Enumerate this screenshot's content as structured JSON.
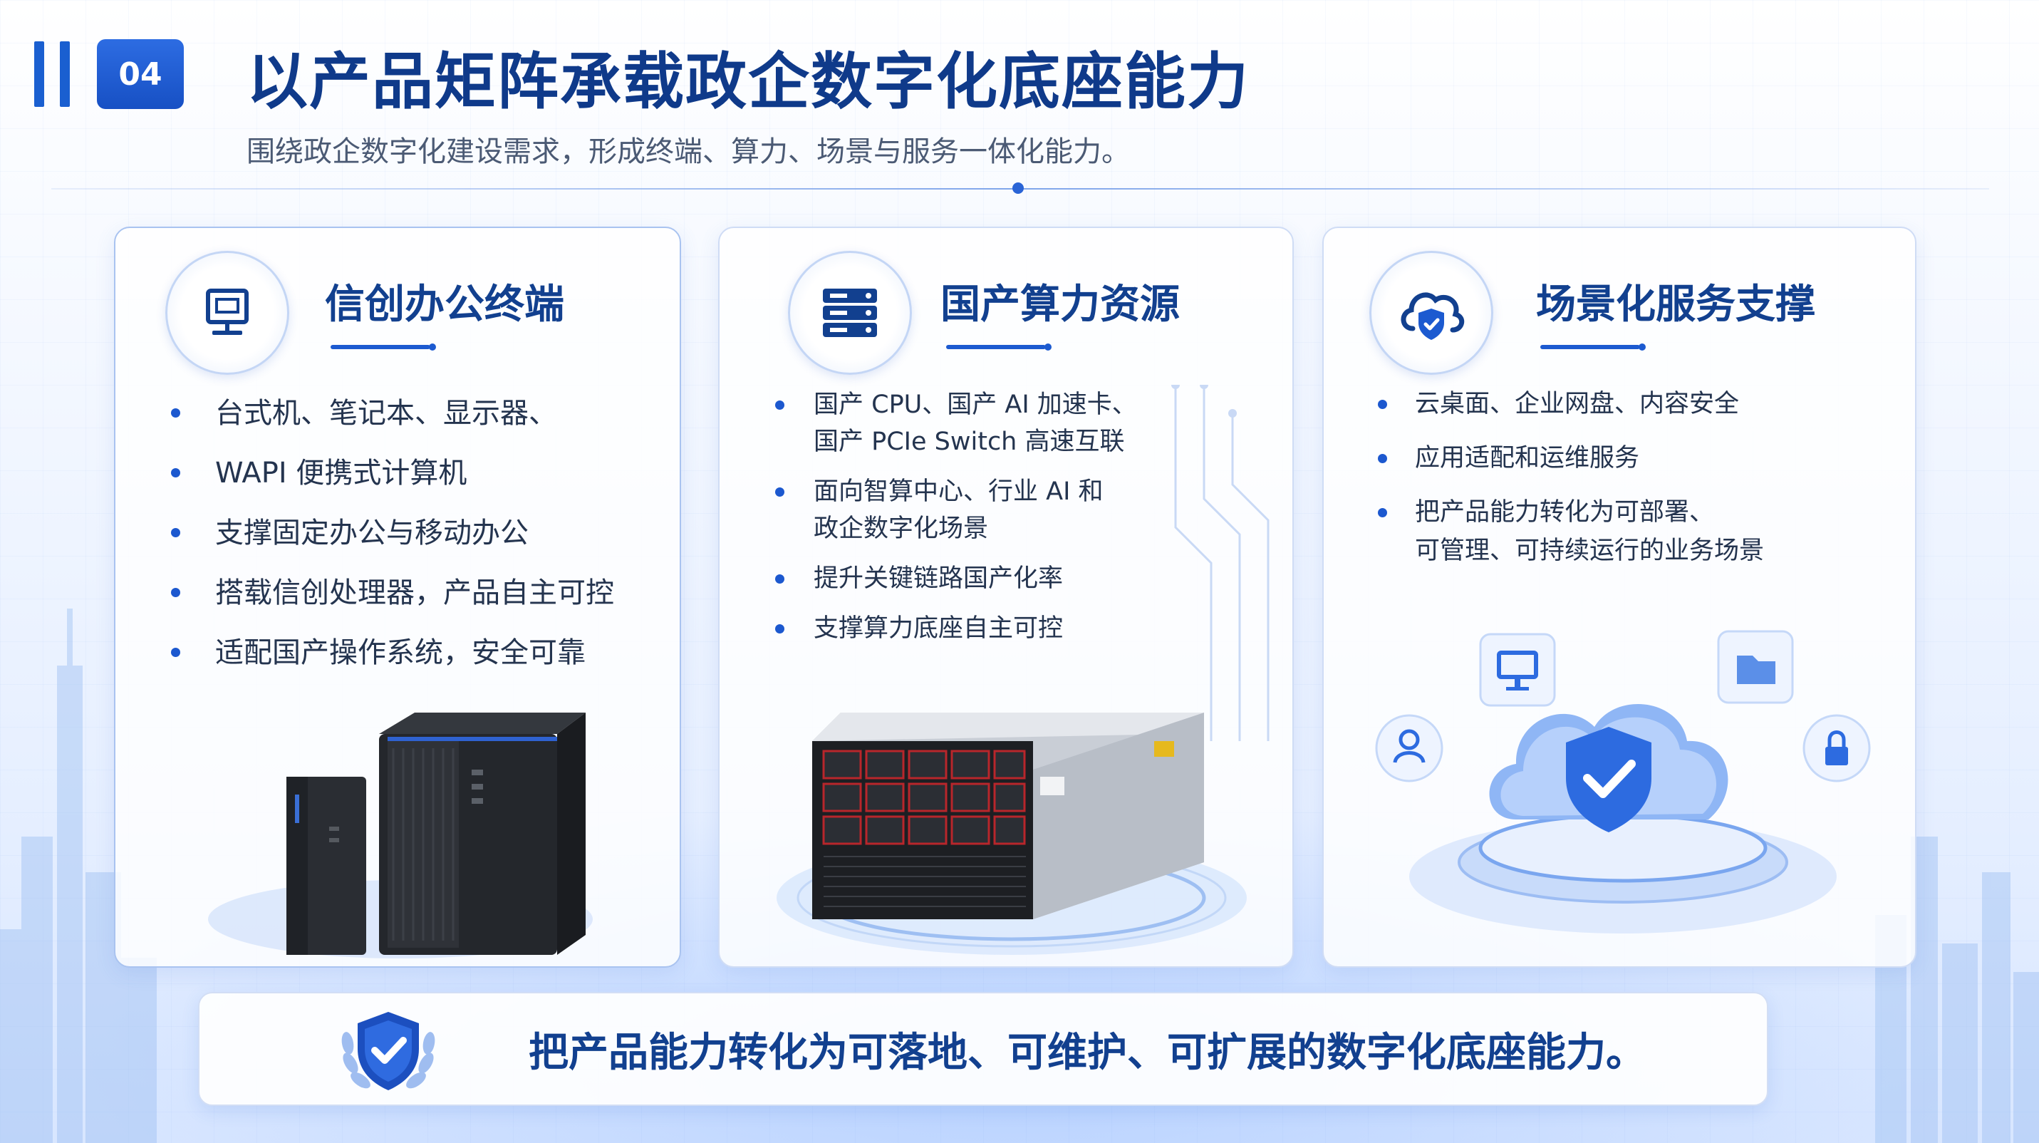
{
  "header": {
    "number": "04",
    "title": "以产品矩阵承载政企数字化底座能力",
    "subtitle": "围绕政企数字化建设需求，形成终端、算力、场景与服务一体化能力。"
  },
  "cards": [
    {
      "title": "信创办公终端",
      "icon": "monitor-icon",
      "items": [
        "台式机、笔记本、显示器、",
        "WAPI 便携式计算机",
        "支撑固定办公与移动办公",
        "搭载信创处理器，产品自主可控",
        "适配国产操作系统，安全可靠"
      ]
    },
    {
      "title": "国产算力资源",
      "icon": "server-icon",
      "items": [
        [
          "国产 CPU、国产 AI 加速卡、",
          "国产 PCIe Switch 高速互联"
        ],
        [
          "面向智算中心、行业 AI 和",
          "政企数字化场景"
        ],
        [
          "提升关键链路国产化率"
        ],
        [
          "支撑算力底座自主可控"
        ]
      ]
    },
    {
      "title": "场景化服务支撑",
      "icon": "cloud-shield-icon",
      "items": [
        [
          "云桌面、企业网盘、内容安全"
        ],
        [
          "应用适配和运维服务"
        ],
        [
          "把产品能力转化为可部署、",
          "可管理、可持续运行的业务场景"
        ]
      ]
    }
  ],
  "banner": {
    "text": "把产品能力转化为可落地、可维护、可扩展的数字化底座能力。",
    "icon": "shield-check-laurel-icon"
  },
  "colors": {
    "primary": "#1c5ad0",
    "title": "#12408f",
    "background": "#eef4ff"
  }
}
